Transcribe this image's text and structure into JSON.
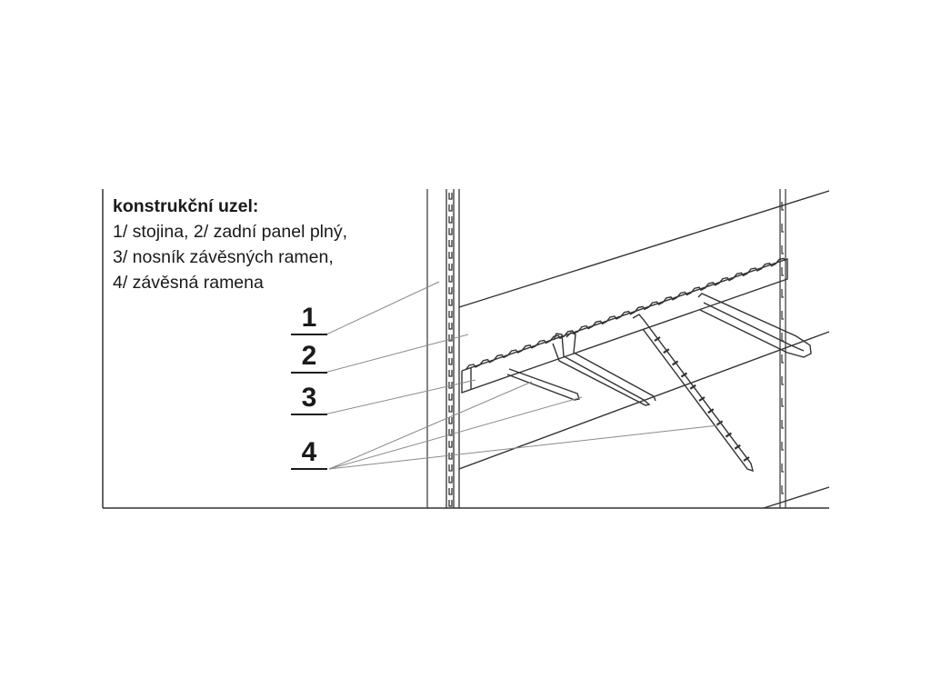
{
  "legend": {
    "title": "konstrukční uzel:",
    "lines": [
      "1/ stojina, 2/ zadní panel plný,",
      "3/ nosník závěsných ramen,",
      "4/ závěsná ramena"
    ]
  },
  "callouts": [
    {
      "label": "1",
      "part": "stojina"
    },
    {
      "label": "2",
      "part": "zadní panel plný"
    },
    {
      "label": "3",
      "part": "nosník závěsných ramen"
    },
    {
      "label": "4",
      "part": "závěsná ramena"
    }
  ],
  "colors": {
    "stroke": "#333333",
    "leader": "#8a8a8a",
    "text": "#1a1a1a"
  }
}
